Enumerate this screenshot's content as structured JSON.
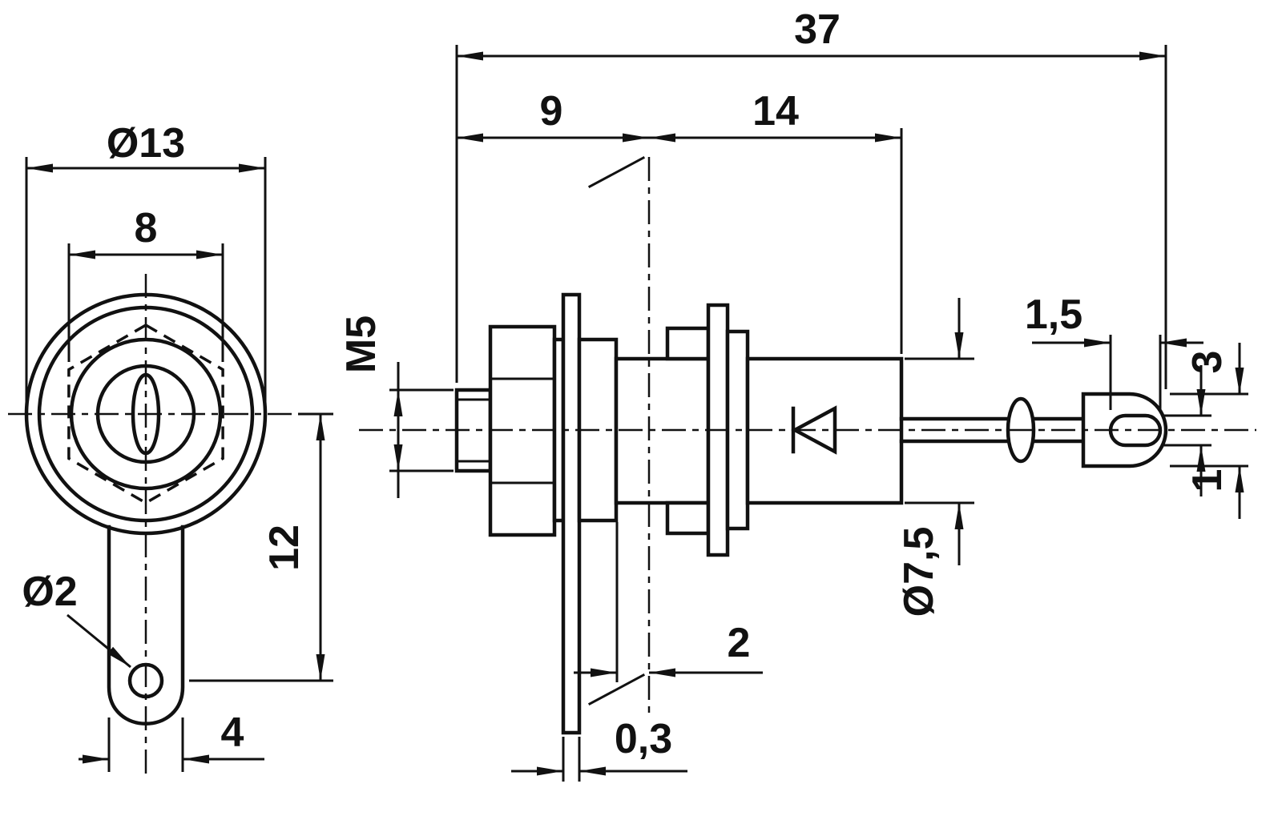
{
  "drawing": {
    "background": "#ffffff",
    "line_color": "#111111",
    "front_view": {
      "dim_flange_diameter": "Ø13",
      "dim_hex_width": "8",
      "dim_hole_offset": "12",
      "dim_hole_diameter": "Ø2",
      "dim_lug_width": "4"
    },
    "side_view": {
      "dim_overall_length": "37",
      "dim_stud_side_length": "9",
      "dim_body_length": "14",
      "dim_thread": "M5",
      "dim_lug_hole_width": "1,5",
      "dim_lug_end_height": "3",
      "dim_lug_hole_height": "1",
      "dim_body_diameter": "Ø7,5",
      "dim_plate_offset": "2",
      "dim_plate_thickness": "0,3"
    }
  }
}
